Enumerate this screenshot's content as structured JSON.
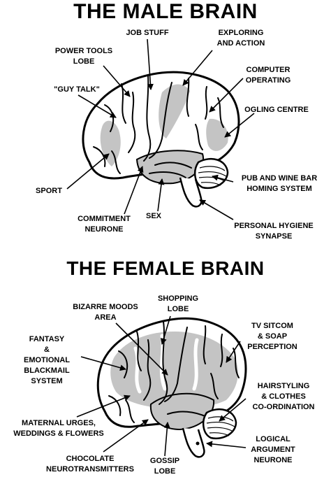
{
  "male": {
    "title": "THE MALE BRAIN",
    "labels": {
      "job_stuff": "JOB STUFF",
      "exploring": "EXPLORING\nAND ACTION",
      "power_tools": "POWER TOOLS\nLOBE",
      "computer": "COMPUTER\nOPERATING",
      "guy_talk": "\"GUY TALK\"",
      "ogling": "OGLING CENTRE",
      "pub": "PUB AND WINE BAR\nHOMING SYSTEM",
      "sport": "SPORT",
      "commitment": "COMMITMENT\nNEURONE",
      "sex": "SEX",
      "hygiene": "PERSONAL HYGIENE\nSYNAPSE"
    }
  },
  "female": {
    "title": "THE FEMALE BRAIN",
    "labels": {
      "shopping": "SHOPPING\nLOBE",
      "bizarre": "BIZARRE MOODS\nAREA",
      "tv": "TV SITCOM\n& SOAP\nPERCEPTION",
      "fantasy": "FANTASY\n&\nEMOTIONAL\nBLACKMAIL\nSYSTEM",
      "hairstyling": "HAIRSTYLING\n& CLOTHES\nCO-ORDINATION",
      "maternal": "MATERNAL URGES,\nWEDDINGS & FLOWERS",
      "logical": "LOGICAL\nARGUMENT\nNEURONE",
      "chocolate": "CHOCOLATE\nNEUROTRANSMITTERS",
      "gossip": "GOSSIP\nLOBE"
    }
  },
  "colors": {
    "shade": "#c4c4c4",
    "ink": "#000000",
    "background": "#ffffff"
  }
}
